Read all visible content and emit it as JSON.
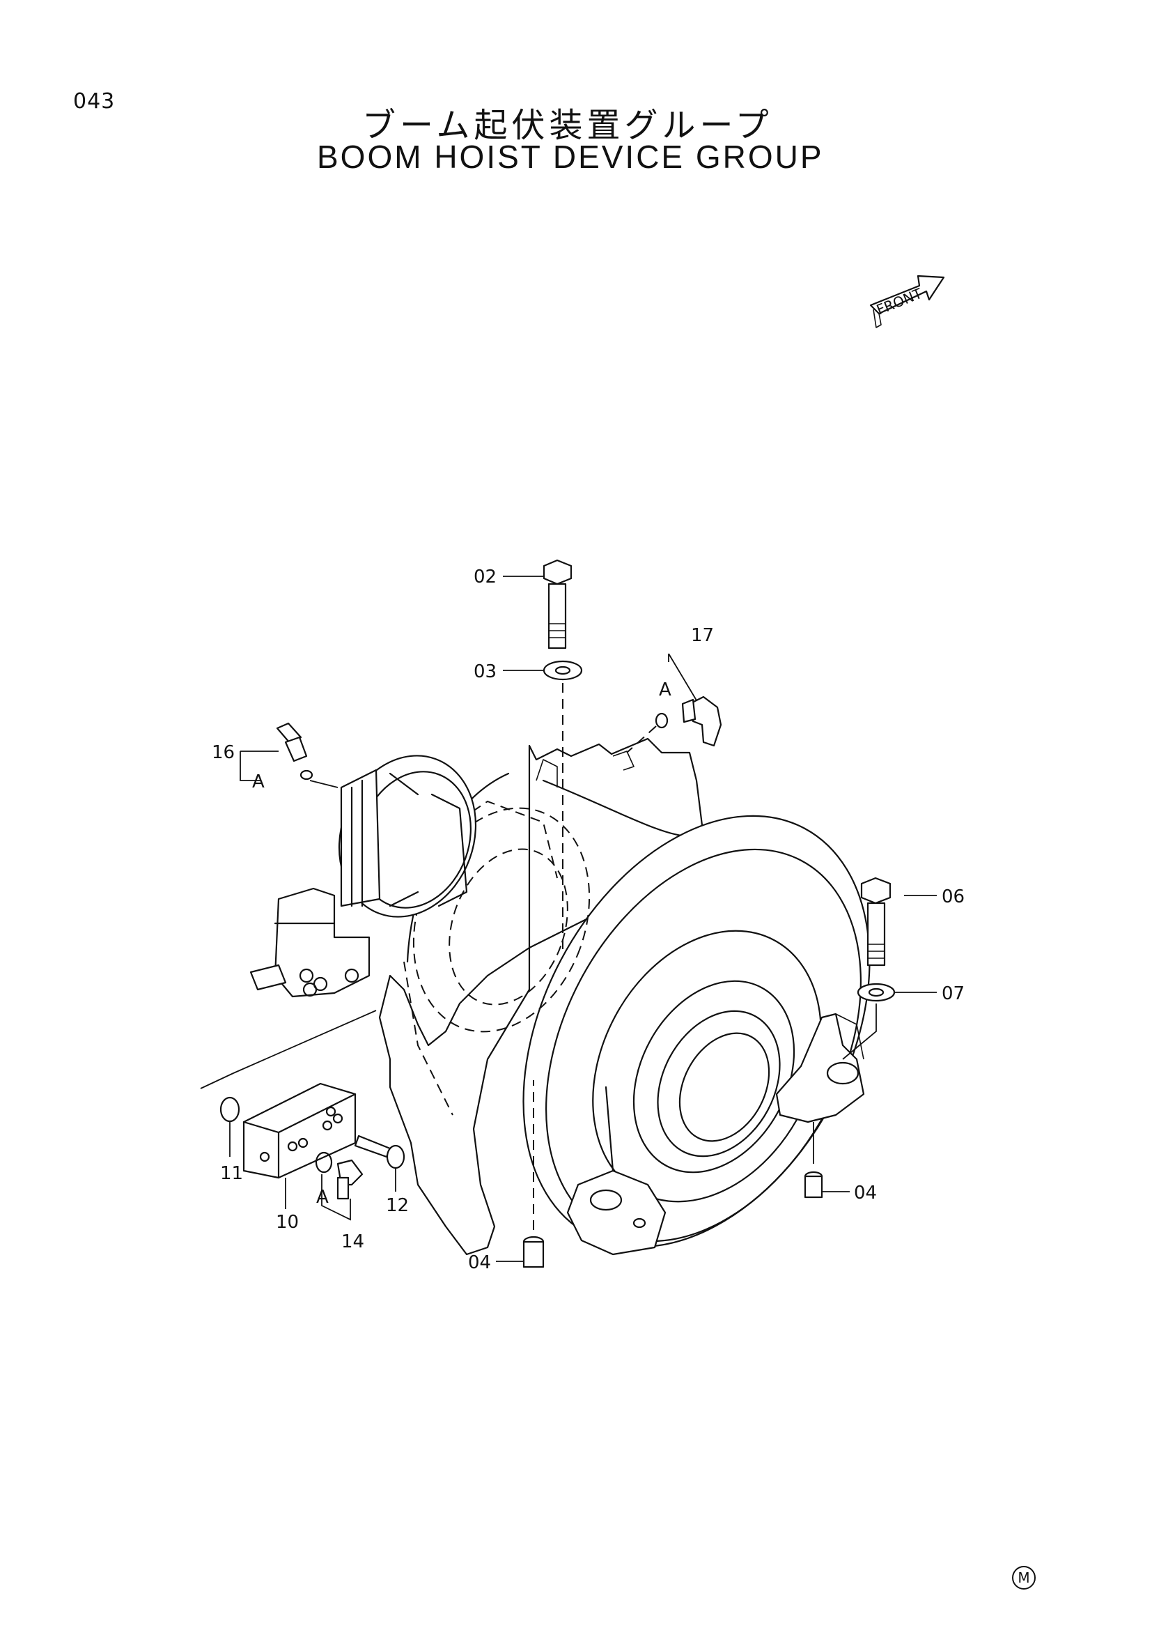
{
  "page_number": "043",
  "title_jp": "ブーム起伏装置グループ",
  "title_en": "BOOM HOIST DEVICE GROUP",
  "front_label": "FRONT",
  "footer_mark": "M",
  "callouts": {
    "c02": "02",
    "c03": "03",
    "c17": "17",
    "c17_ref": "A",
    "c16": "16",
    "c16_ref": "A",
    "c06": "06",
    "c07": "07",
    "c04_right": "04",
    "c04_bottom": "04",
    "c11": "11",
    "c10": "10",
    "c12": "12",
    "c14": "14",
    "c14_ref": "A"
  }
}
